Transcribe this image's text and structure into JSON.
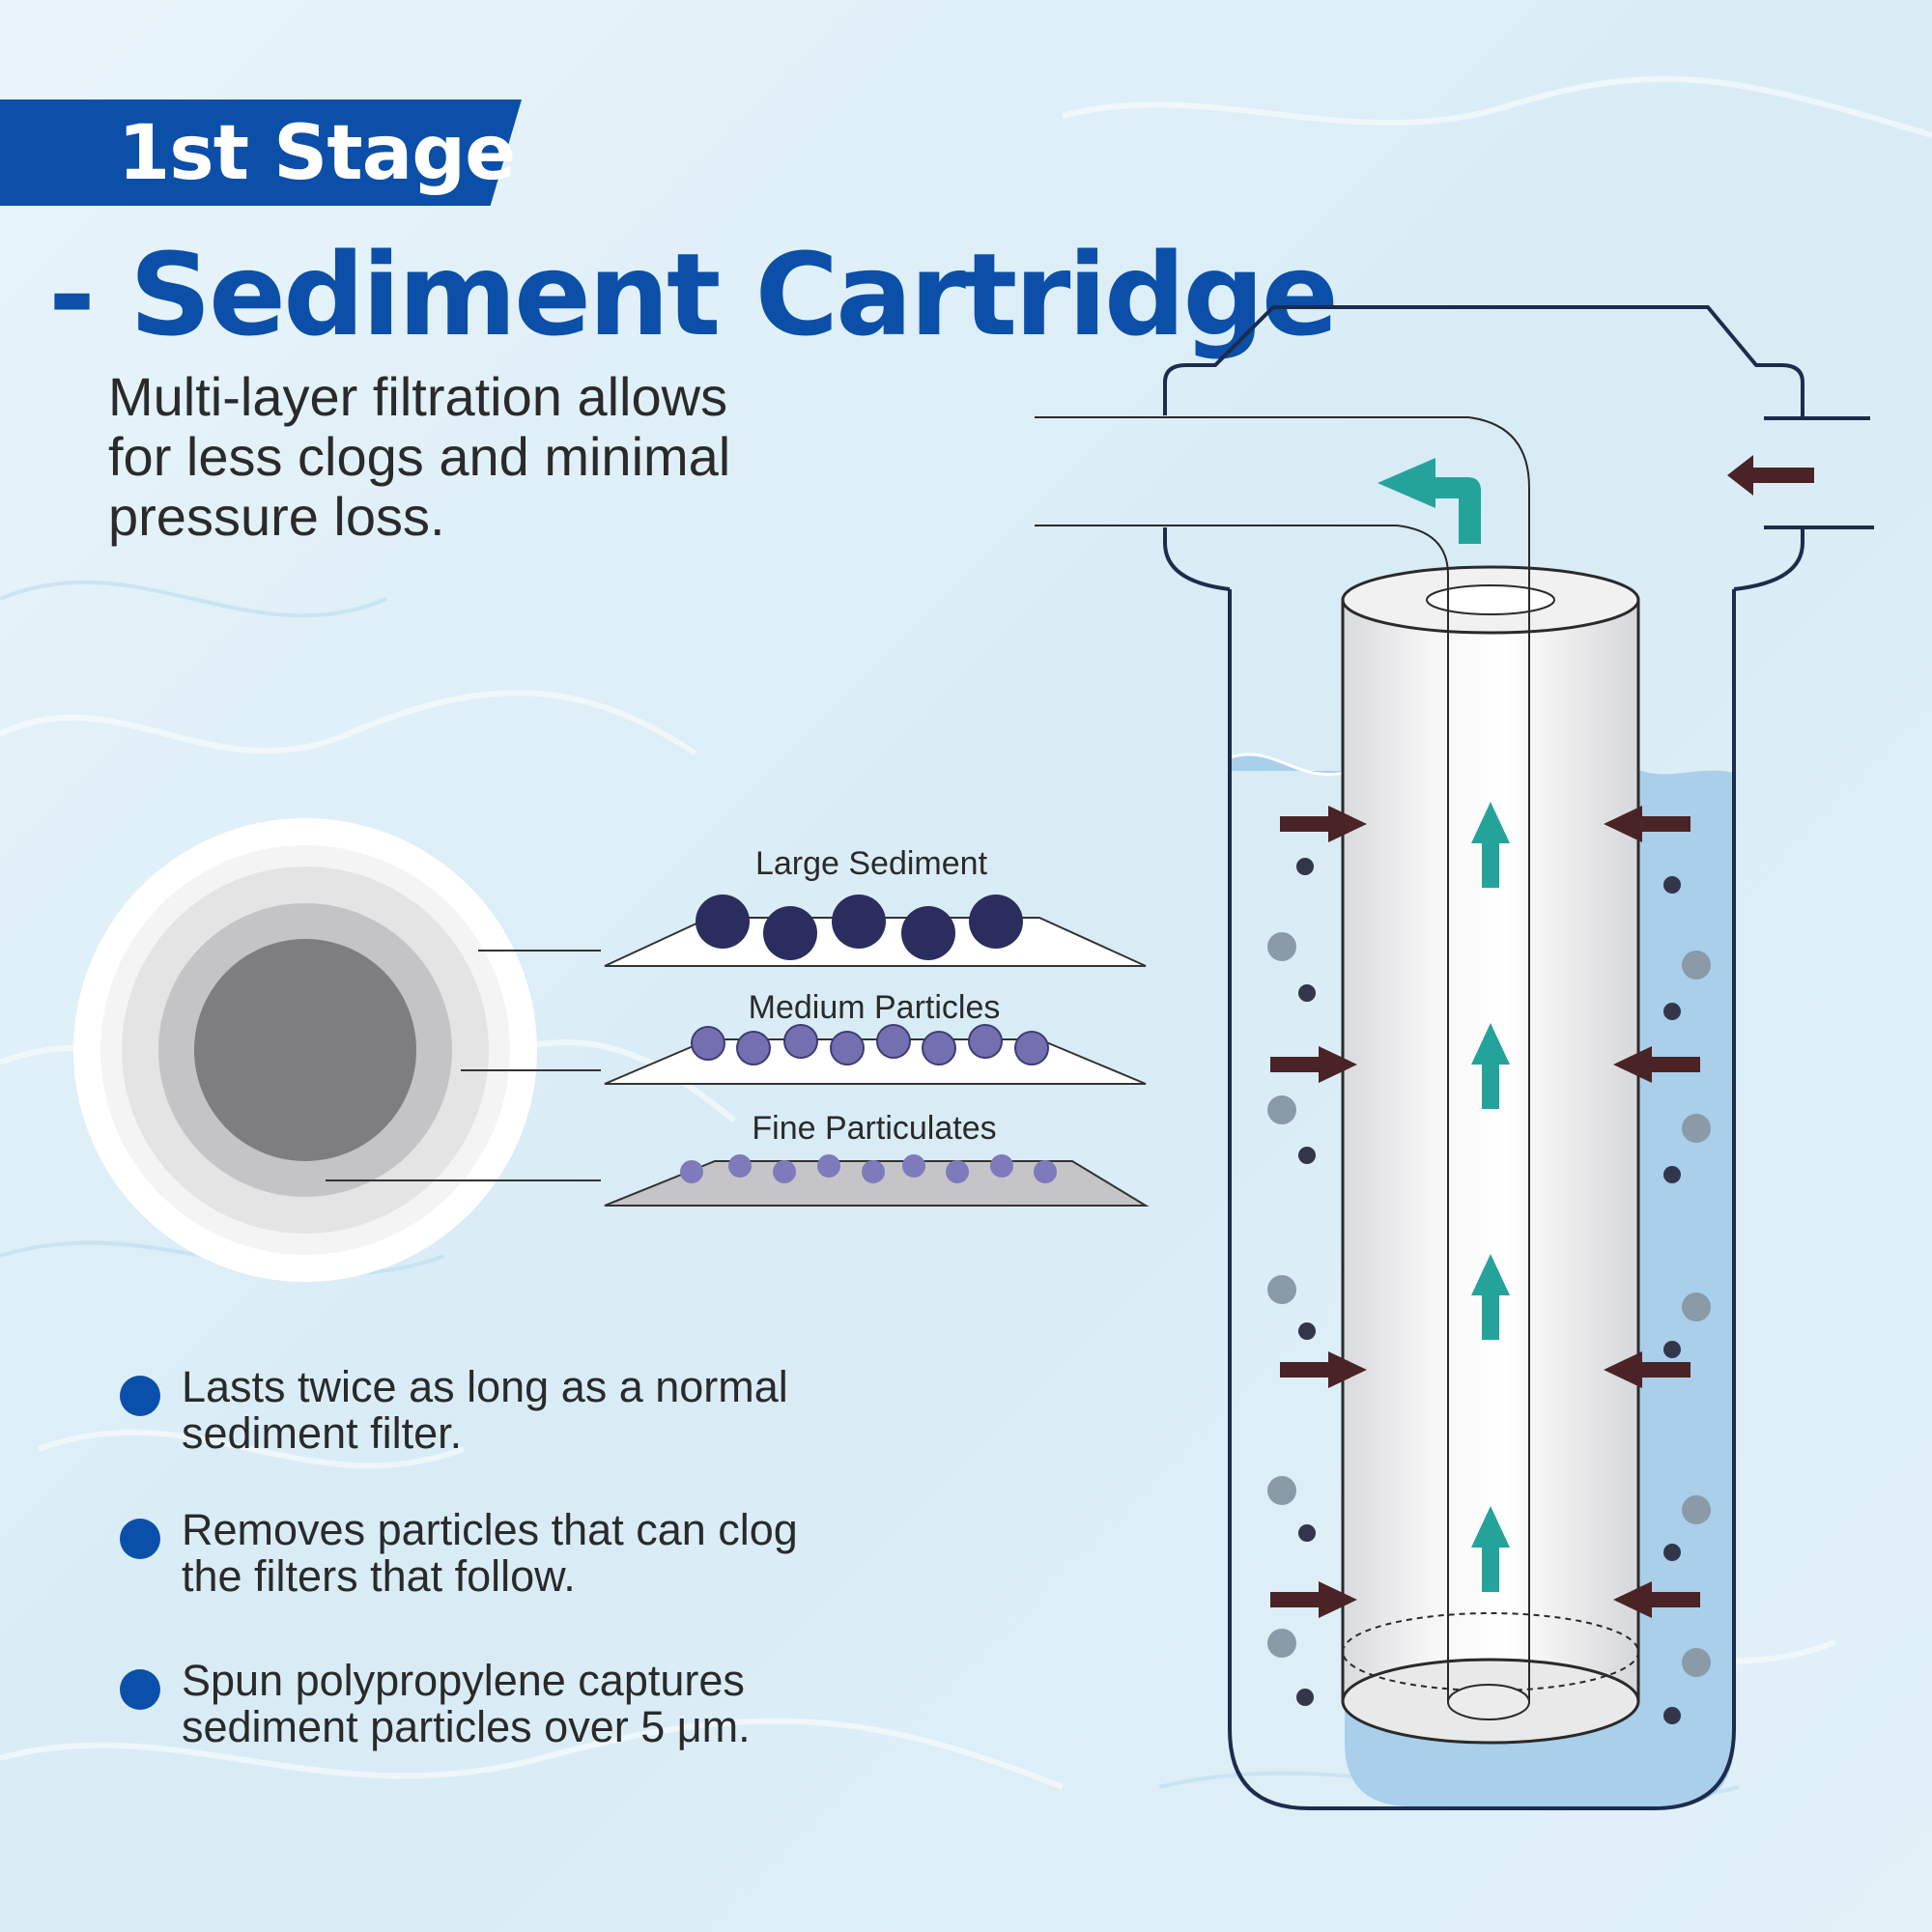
{
  "header": {
    "stage_label": "1st Stage",
    "title": "- Sediment Cartridge",
    "subtitle_lines": [
      "Multi-layer filtration allows",
      "for less clogs and minimal",
      "pressure loss."
    ]
  },
  "layers": [
    {
      "label": "Large Sediment"
    },
    {
      "label": "Medium Particles"
    },
    {
      "label": "Fine Particulates"
    }
  ],
  "bullets": [
    {
      "lines": [
        "Lasts twice as long as a normal",
        "sediment filter."
      ]
    },
    {
      "lines": [
        "Removes particles that can clog",
        "the filters that follow."
      ]
    },
    {
      "lines": [
        "Spun polypropylene captures",
        "sediment particles over 5 μm."
      ]
    }
  ],
  "icons": [
    "bullet-dot-icon",
    "inflow-arrow-icon",
    "outflow-arrow-icon",
    "upflow-arrow-icon"
  ],
  "colors": {
    "brand_blue": "#0b4fa8",
    "bullet_blue": "#0a50aa",
    "water_blue": "#a9cfea",
    "inflow_arrow": "#4a2326",
    "upflow_arrow": "#24a39b",
    "large_sediment": "#2b2d5e",
    "medium_particle": "#7470b0",
    "fine_particulate": "#7f7abb"
  }
}
